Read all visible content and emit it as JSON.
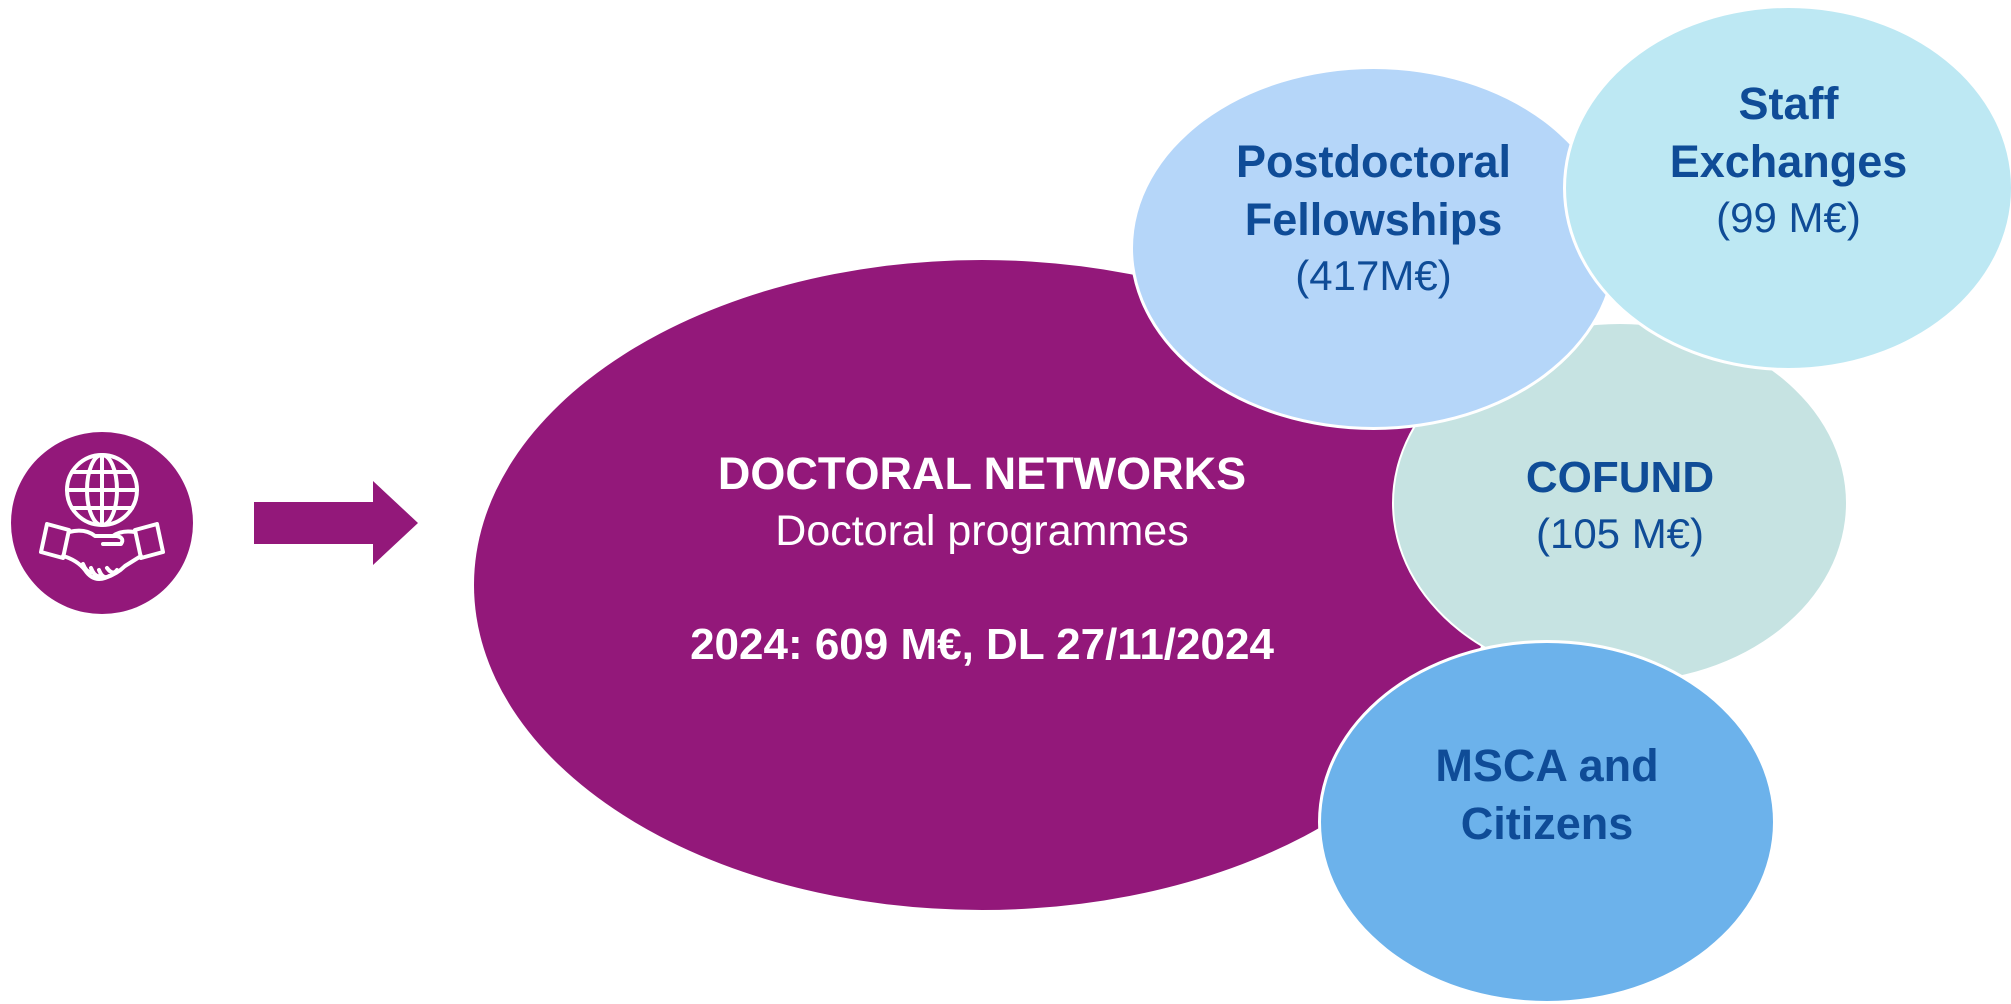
{
  "colors": {
    "purple": "#93187a",
    "dark_blue_text": "#0f4c97",
    "postdoc_fill": "#b5d6f9",
    "staff_fill": "#bde8f3",
    "cofund_fill": "#c6e3e2",
    "citizens_fill": "#6cb2eb",
    "white": "#ffffff"
  },
  "icon": {
    "name": "globe-handshake-icon"
  },
  "doctoral_networks": {
    "title": "DOCTORAL NETWORKS",
    "subtitle": "Doctoral programmes",
    "budget": "2024: 609 M€, DL 27/11/2024"
  },
  "postdoctoral_fellowships": {
    "line1": "Postdoctoral",
    "line2": "Fellowships",
    "amount": "(417M€)"
  },
  "staff_exchanges": {
    "line1": "Staff",
    "line2": "Exchanges",
    "amount": "(99 M€)"
  },
  "cofund": {
    "name": "COFUND",
    "amount": "(105 M€)"
  },
  "msca_citizens": {
    "line1": "MSCA and",
    "line2": "Citizens"
  }
}
